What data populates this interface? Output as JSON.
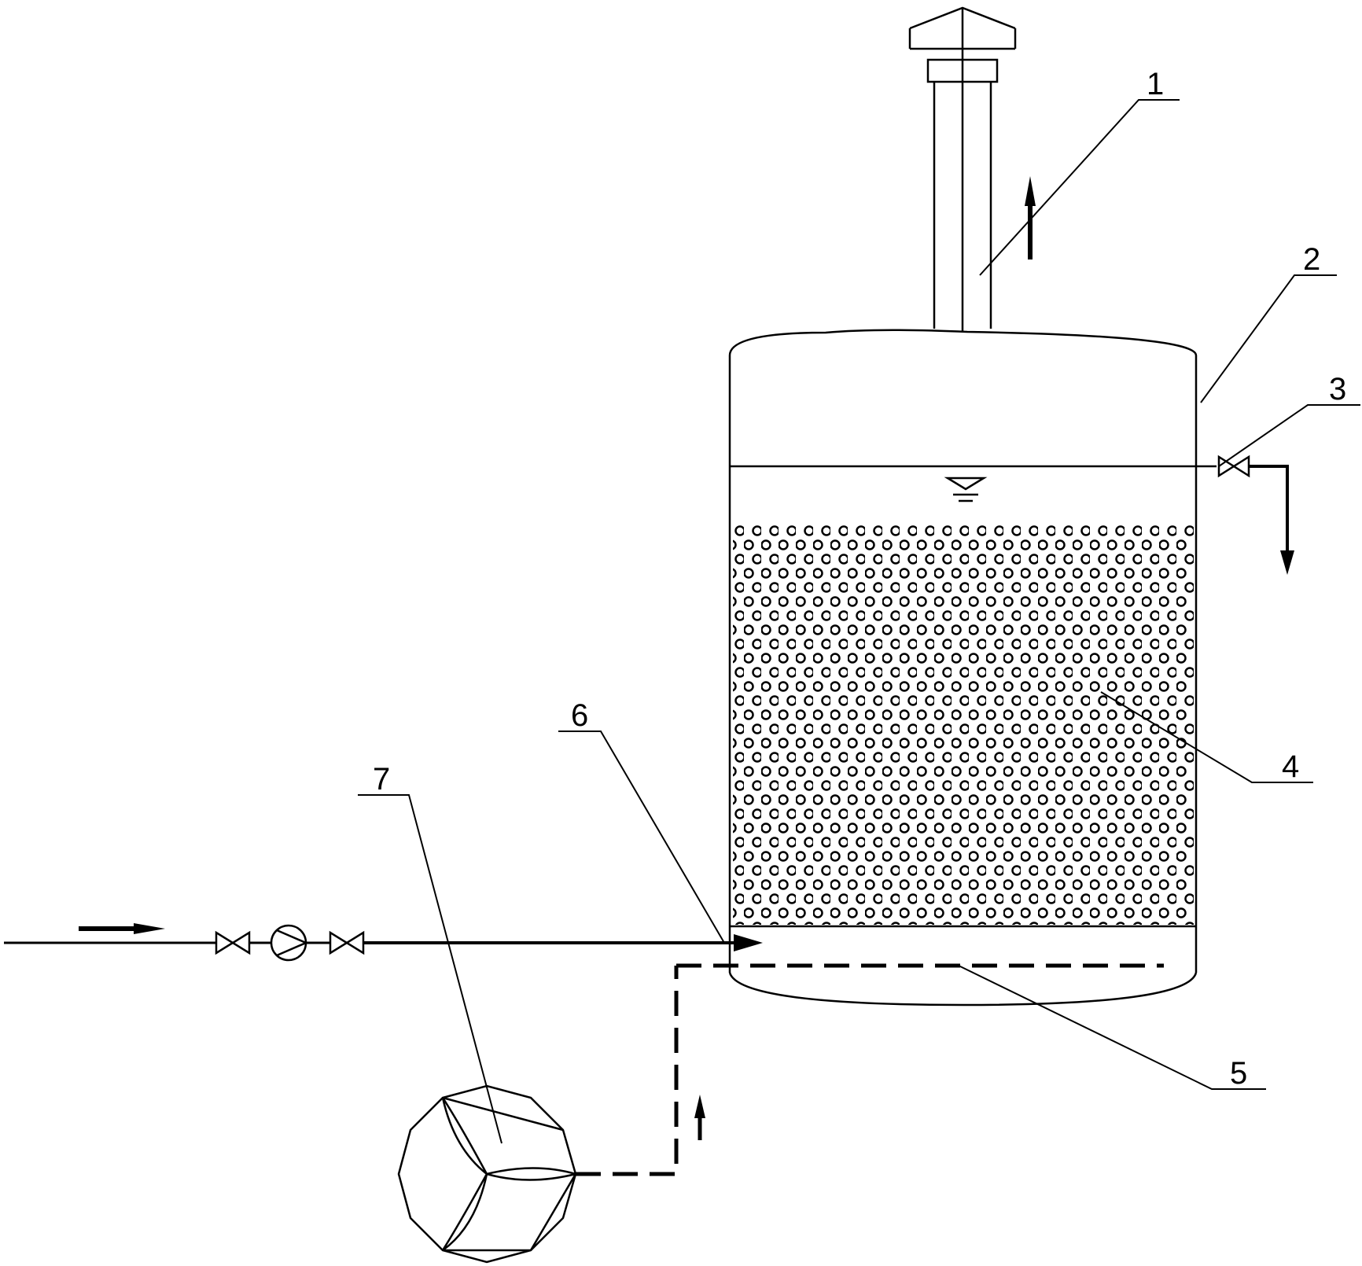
{
  "diagram": {
    "labels": {
      "exhaust_stack": "1",
      "tank_shell": "2",
      "overflow_valve": "3",
      "packing_media": "4",
      "air_distributor": "5",
      "inlet_pipe": "6",
      "blower": "7"
    },
    "colors": {
      "line": "#000000",
      "background": "#ffffff"
    }
  }
}
